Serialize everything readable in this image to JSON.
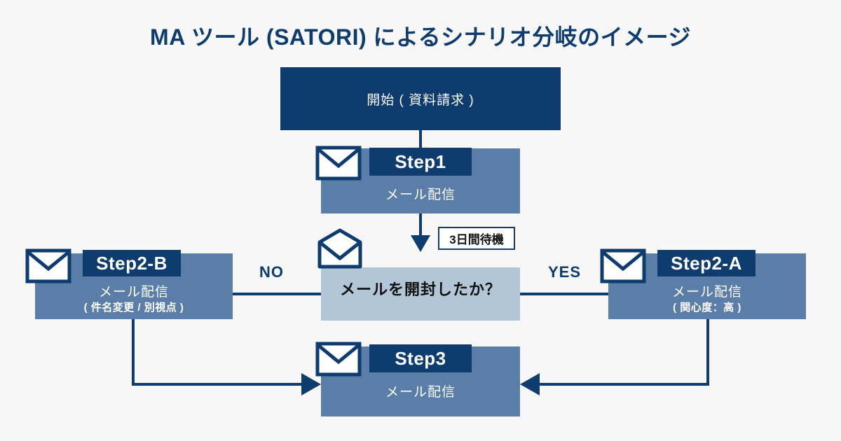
{
  "page": {
    "title": "MA ツール (SATORI) によるシナリオ分岐のイメージ",
    "background_color": "#f7f7f7"
  },
  "colors": {
    "navy": "#0e3c6e",
    "slate_blue": "#5a7ea8",
    "light_blue_gray": "#b3c6d7",
    "white": "#ffffff",
    "text_dark": "#111111"
  },
  "diagram": {
    "type": "flowchart",
    "start": {
      "label": "開始 ( 資料請求 )"
    },
    "step1": {
      "badge": "Step1",
      "line1": "メール配信",
      "icon": "closed-envelope-icon"
    },
    "wait": {
      "label": "3日間待機"
    },
    "decision": {
      "label": "メールを開封したか？",
      "icon": "open-envelope-icon"
    },
    "branch_no": {
      "label": "NO"
    },
    "branch_yes": {
      "label": "YES"
    },
    "step2b": {
      "badge": "Step2-B",
      "line1": "メール配信",
      "line2": "( 件名変更 / 別視点 )",
      "icon": "closed-envelope-icon"
    },
    "step2a": {
      "badge": "Step2-A",
      "line1": "メール配信",
      "line2": "( 関心度：高 )",
      "icon": "closed-envelope-icon"
    },
    "step3": {
      "badge": "Step3",
      "line1": "メール配信",
      "icon": "closed-envelope-icon"
    }
  }
}
